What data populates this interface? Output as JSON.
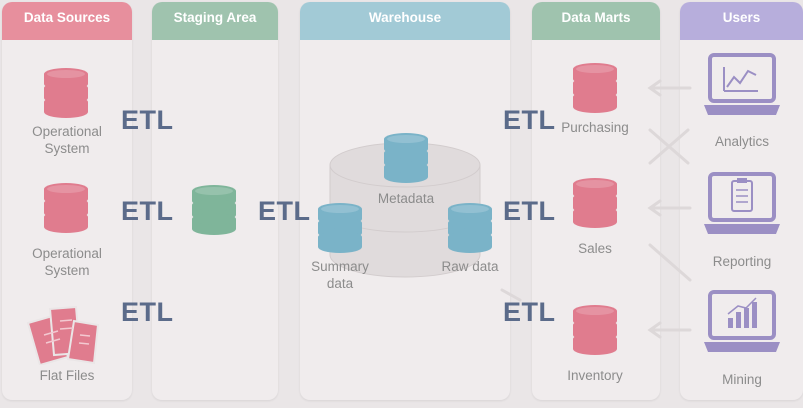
{
  "columns": {
    "data_sources": "Data Sources",
    "staging_area": "Staging Area",
    "warehouse": "Warehouse",
    "data_marts": "Data Marts",
    "users": "Users"
  },
  "sources": [
    "Operational\nSystem",
    "Operational\nSystem",
    "Flat Files"
  ],
  "etl": "ETL",
  "warehouse_items": [
    "Metadata",
    "Summary\ndata",
    "Raw data"
  ],
  "marts": [
    "Purchasing",
    "Sales",
    "Inventory"
  ],
  "users": [
    "Analytics",
    "Reporting",
    "Mining"
  ],
  "colors": {
    "source_db": "#e07c8e",
    "staging_db": "#7fb59a",
    "warehouse_db": "#7ab3c8",
    "etl_text": "#5b6b8a",
    "laptop": "#9b8fc4"
  }
}
